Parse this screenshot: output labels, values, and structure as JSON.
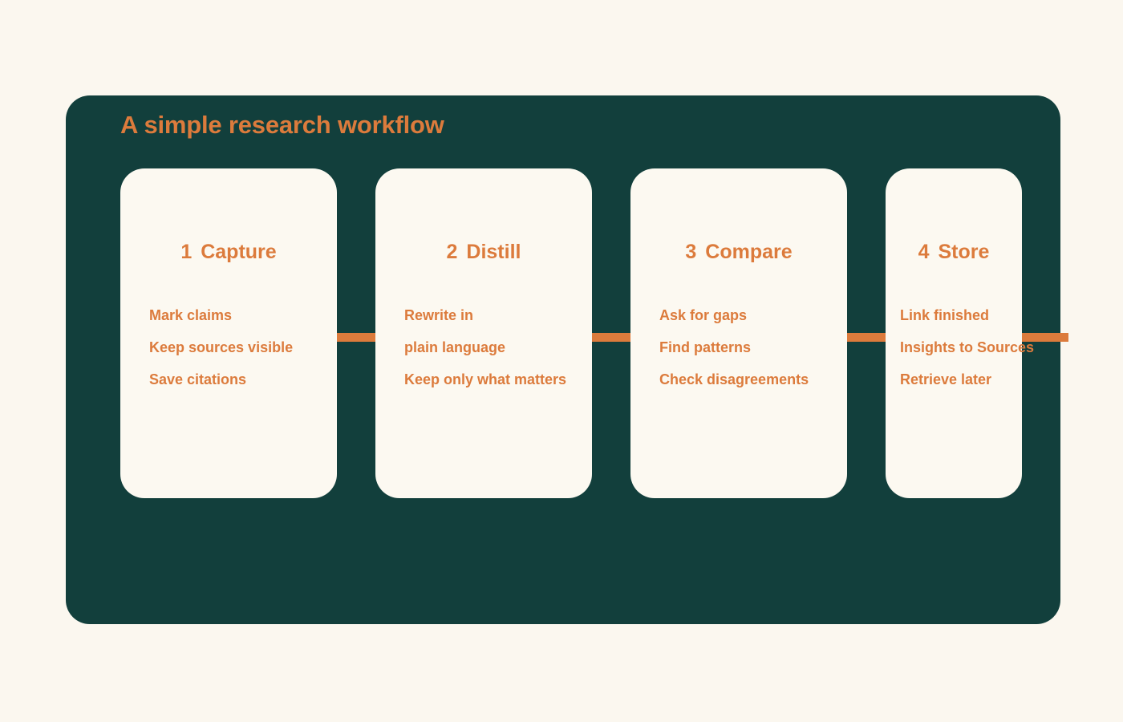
{
  "colors": {
    "page_background": "#FBF7EF",
    "panel_background": "#123F3C",
    "card_background": "#FCF9F1",
    "accent": "#DC7B3C"
  },
  "panel": {
    "title": "A simple research workflow"
  },
  "steps": [
    {
      "number": "1",
      "title": "Capture",
      "lines": [
        "Mark claims",
        "Keep sources visible",
        "Save citations"
      ]
    },
    {
      "number": "2",
      "title": "Distill",
      "lines": [
        "Rewrite in",
        "plain language",
        "Keep only what matters"
      ]
    },
    {
      "number": "3",
      "title": "Compare",
      "lines": [
        "Ask for gaps",
        "Find patterns",
        "Check disagreements"
      ]
    },
    {
      "number": "4",
      "title": "Store",
      "lines": [
        "Link finished",
        "Insights to Sources",
        "Retrieve later"
      ]
    }
  ],
  "connectors": {
    "count": 4,
    "style": "solid-bar"
  }
}
